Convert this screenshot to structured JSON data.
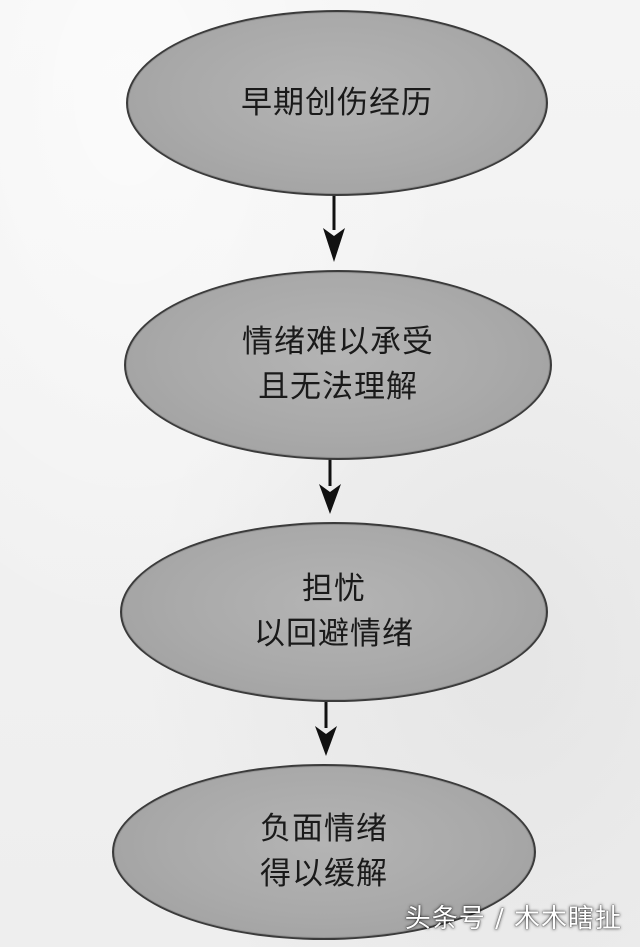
{
  "diagram": {
    "nodes": [
      {
        "lines": [
          "早期创伤经历"
        ]
      },
      {
        "lines": [
          "情绪难以承受",
          "且无法理解"
        ]
      },
      {
        "lines": [
          "担忧",
          "以回避情绪"
        ]
      },
      {
        "lines": [
          "负面情绪",
          "得以缓解"
        ]
      }
    ]
  },
  "watermark": "头条号 / 木木瞎扯",
  "colors": {
    "background": "#f1f1f1",
    "node_fill": "#a9a9a9",
    "node_border": "#3b3b3b",
    "arrow": "#111111",
    "text": "#1a1a1a"
  }
}
